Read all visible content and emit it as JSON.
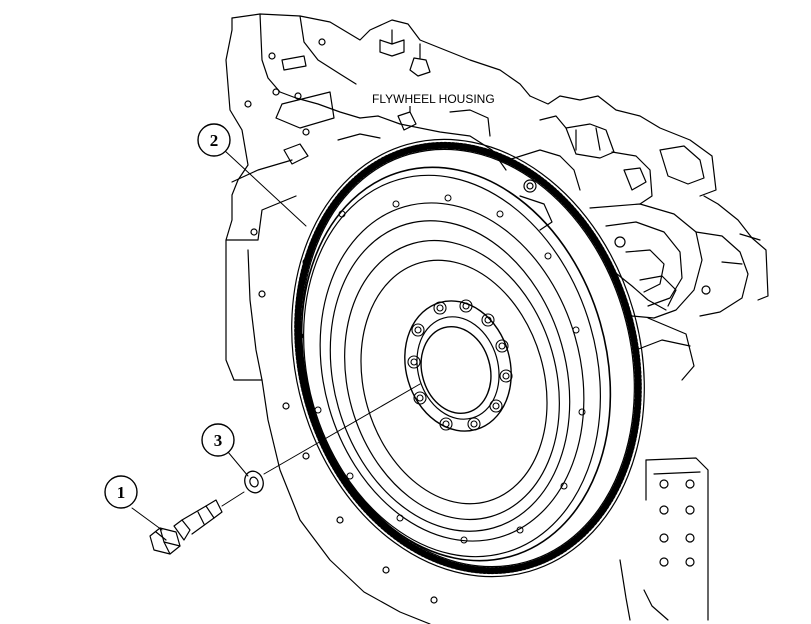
{
  "diagram": {
    "housing_label": "FLYWHEEL HOUSING",
    "callouts": [
      {
        "id": "1",
        "text": "1"
      },
      {
        "id": "2",
        "text": "2"
      },
      {
        "id": "3",
        "text": "3"
      }
    ]
  }
}
